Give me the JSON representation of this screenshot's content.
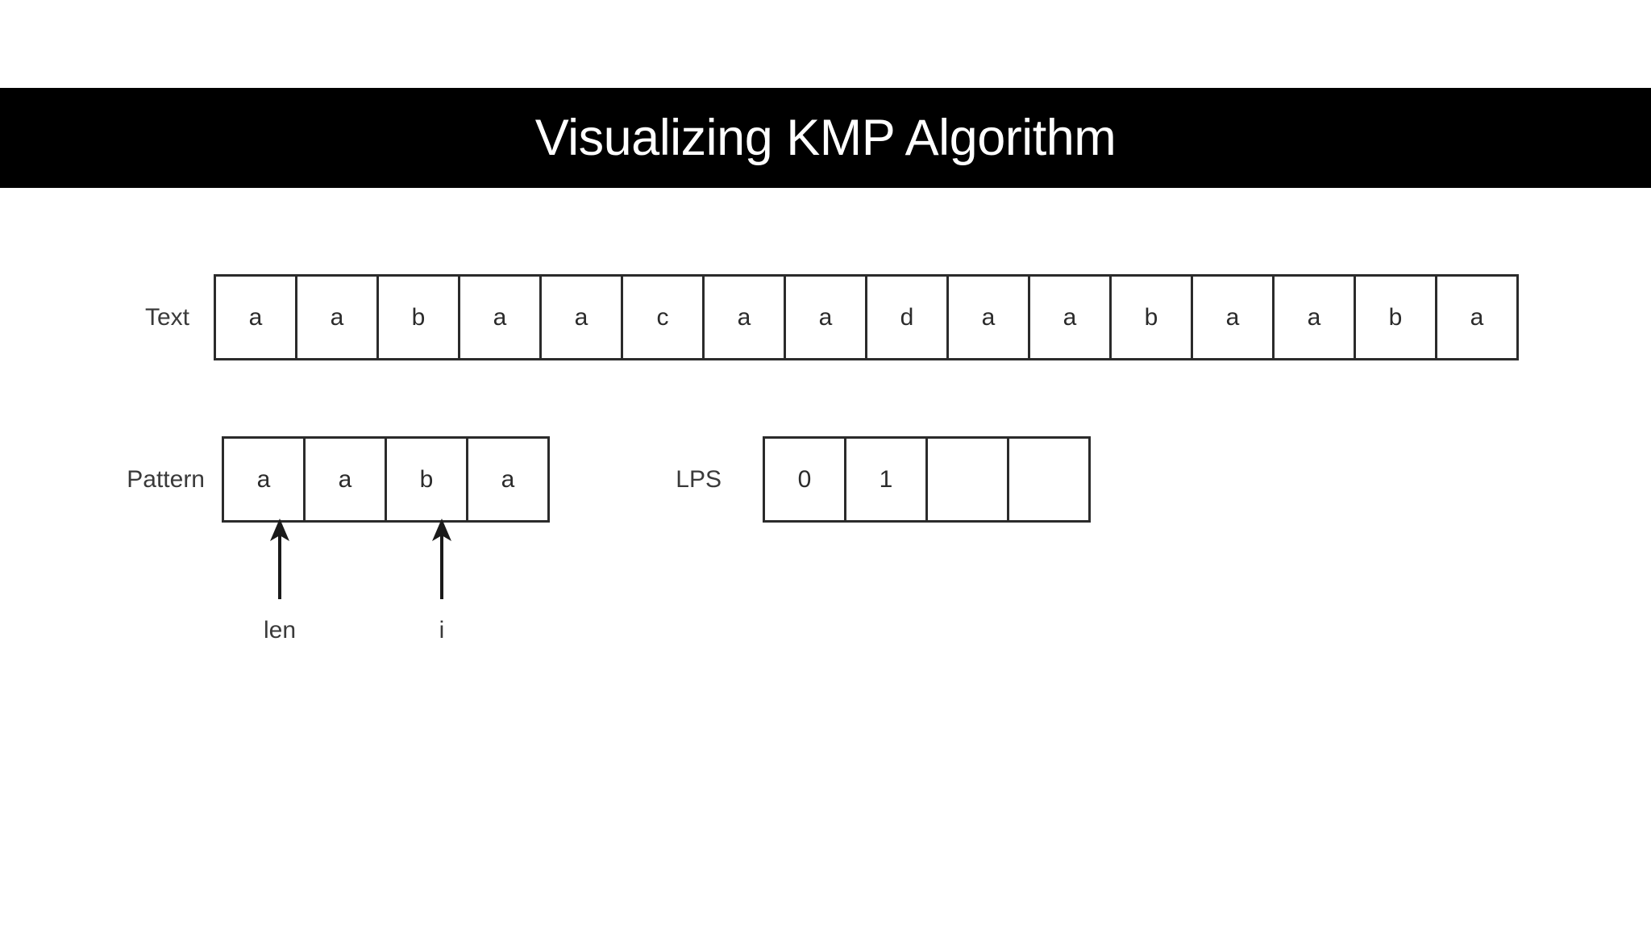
{
  "header": {
    "title": "Visualizing KMP Algorithm",
    "background_color": "#000000",
    "text_color": "#ffffff"
  },
  "theme": {
    "page_background": "#ffffff",
    "cell_border_color": "#2b2b2b",
    "label_color": "#3a3a3a",
    "cell_text_color": "#2b2b2b"
  },
  "text_row": {
    "label": "Text",
    "cells": [
      "a",
      "a",
      "b",
      "a",
      "a",
      "c",
      "a",
      "a",
      "d",
      "a",
      "a",
      "b",
      "a",
      "a",
      "b",
      "a"
    ]
  },
  "pattern_row": {
    "label": "Pattern",
    "cells": [
      "a",
      "a",
      "b",
      "a"
    ]
  },
  "lps_row": {
    "label": "LPS",
    "cells": [
      "0",
      "1",
      "",
      ""
    ]
  },
  "pointers": [
    {
      "name": "len",
      "label": "len",
      "cell_index": 0
    },
    {
      "name": "i",
      "label": "i",
      "cell_index": 2
    }
  ]
}
